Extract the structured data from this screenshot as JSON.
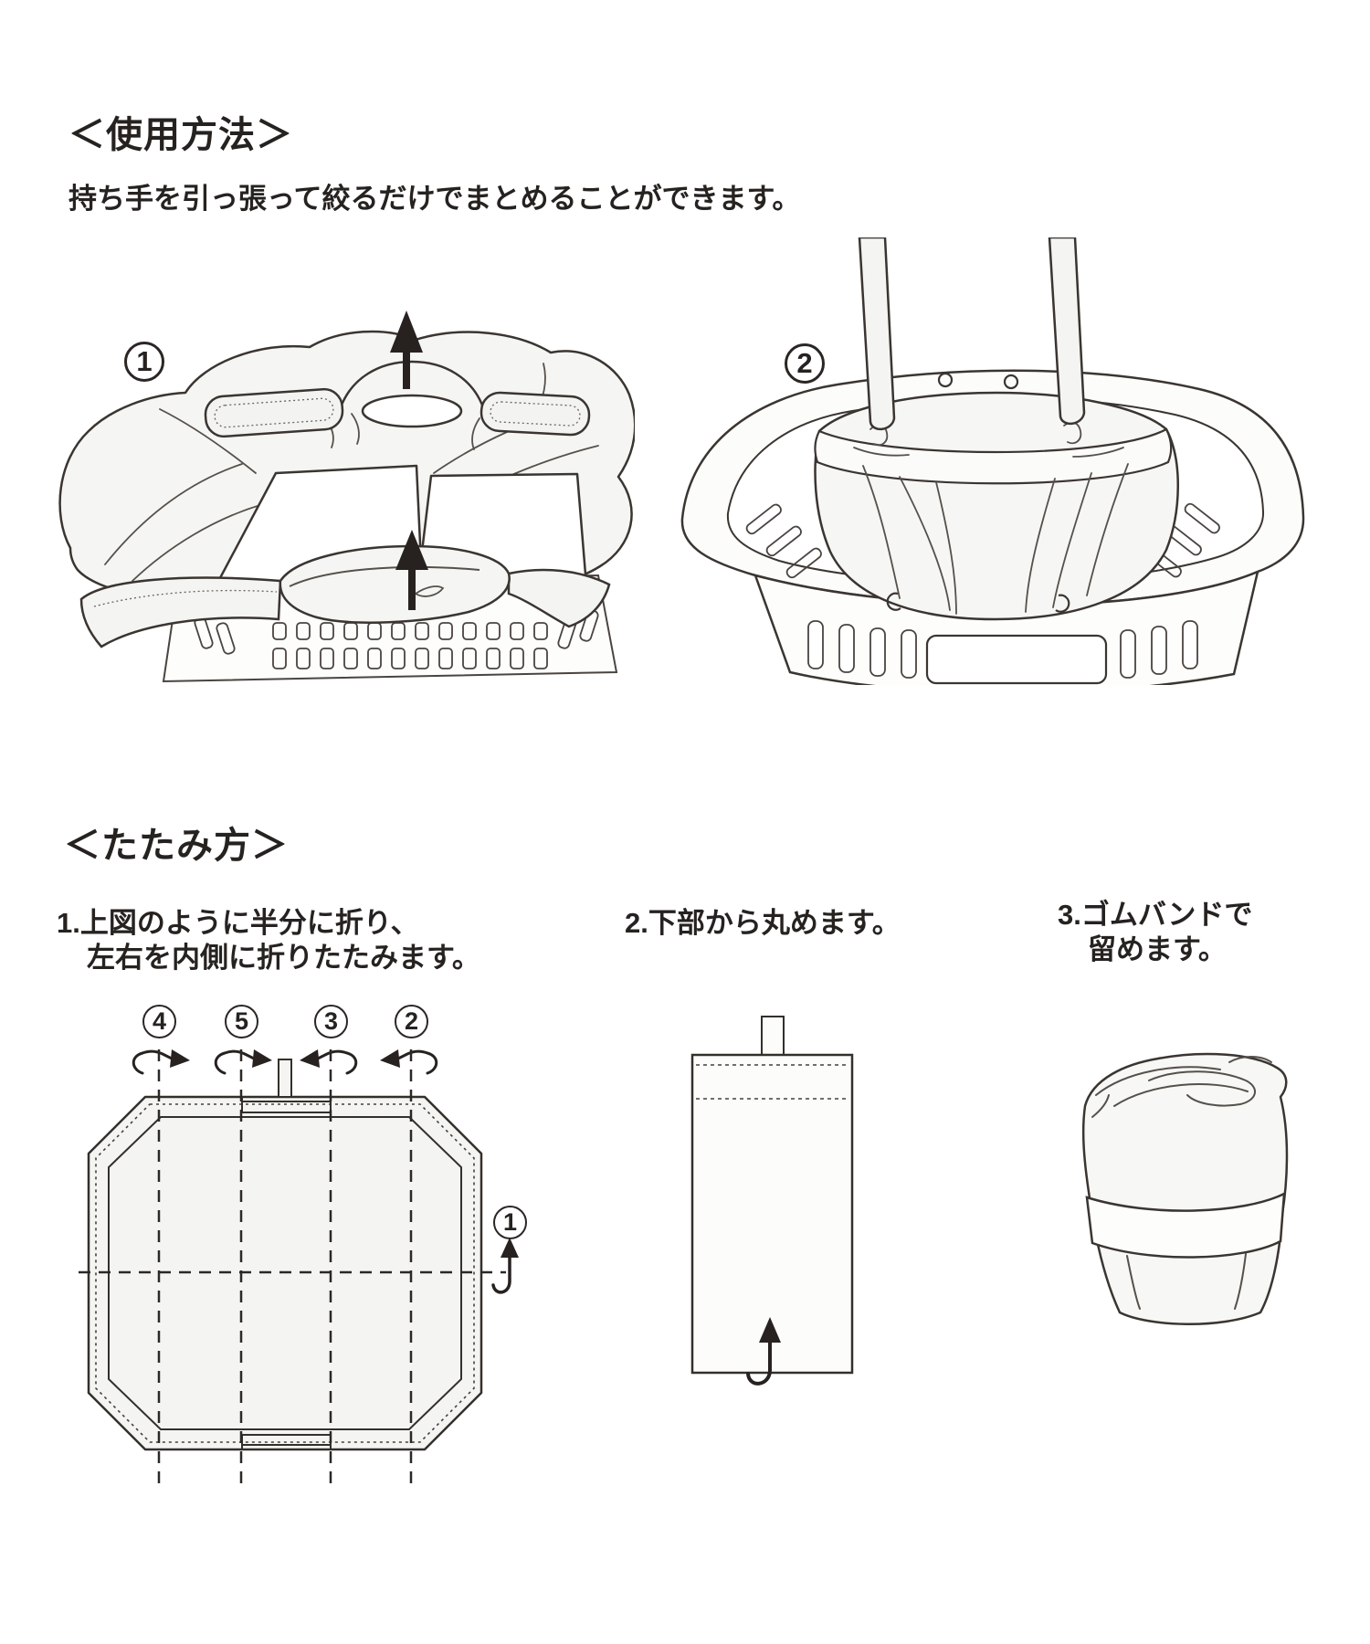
{
  "page": {
    "background": "#ffffff",
    "ink": "#262220",
    "line": "#3b3531",
    "fill_light": "#f5f5f3"
  },
  "usage": {
    "heading": "＜使用方法＞",
    "description": "持ち手を引っ張って絞るだけでまとめることができます。",
    "figure_labels": [
      "1",
      "2"
    ]
  },
  "folding": {
    "heading": "＜たたみ方＞",
    "step1_line1": "1.上図のように半分に折り、",
    "step1_line2": "左右を内側に折りたたみます。",
    "step2": "2.下部から丸めます。",
    "step3_line1": "3.ゴムバンドで",
    "step3_line2": "留めます。",
    "fold_marks_top": [
      "4",
      "5",
      "3",
      "2"
    ],
    "fold_mark_half": "1"
  }
}
